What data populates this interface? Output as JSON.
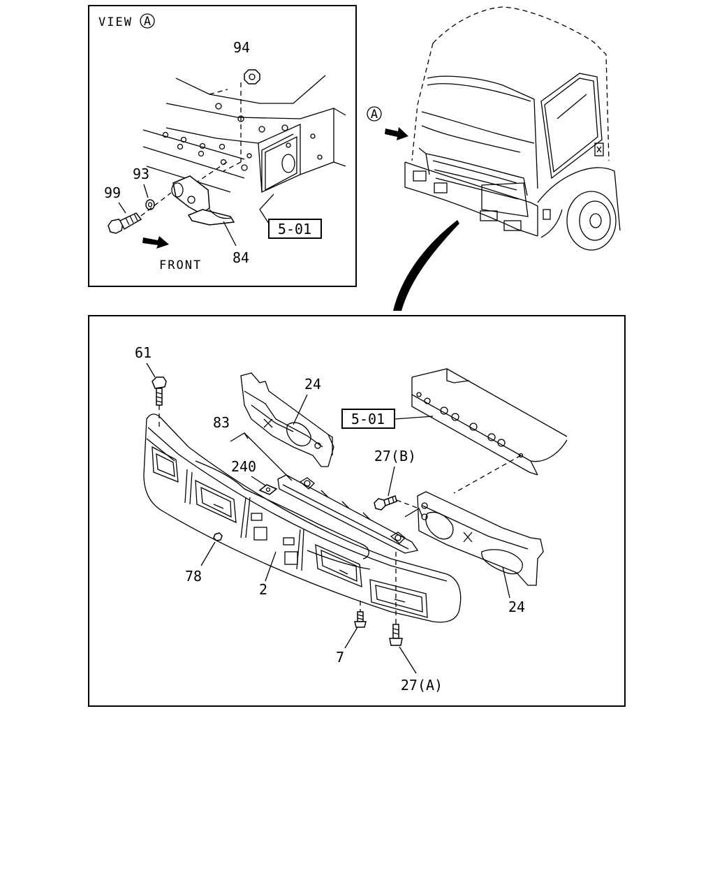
{
  "view_inset": {
    "title": "VIEW",
    "view_marker": "A",
    "front_label": "FRONT",
    "parts": {
      "nut": "94",
      "washer": "93",
      "bolt": "99",
      "hook": "84"
    },
    "ref_box": "5-01"
  },
  "truck_view": {
    "view_marker": "A"
  },
  "bumper_diagram": {
    "parts": {
      "bolt_top": "61",
      "bracket_upper": "24",
      "bracket_lower": "24",
      "bracket_group": "83",
      "clip": "240",
      "bolt_b": "27(B)",
      "nut_small": "78",
      "bumper": "2",
      "screw": "7",
      "bolt_a": "27(A)"
    },
    "ref_box": "5-01"
  }
}
